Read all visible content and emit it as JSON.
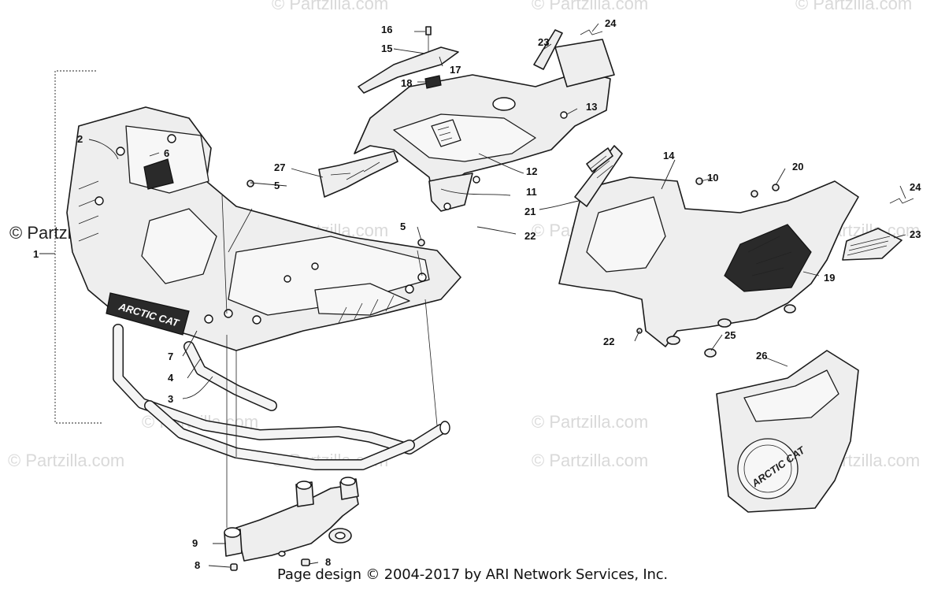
{
  "watermark": {
    "text": "© Partzilla.com",
    "side_text": "© Partzilla.com"
  },
  "logos": {
    "rack_logo": "ARCTIC CAT",
    "panel_logo": "ARCTIC CAT"
  },
  "callouts": [
    "1",
    "2",
    "3",
    "4",
    "5",
    "5",
    "6",
    "7",
    "8",
    "8",
    "9",
    "10",
    "11",
    "12",
    "13",
    "14",
    "15",
    "16",
    "17",
    "18",
    "19",
    "20",
    "21",
    "22",
    "22",
    "23",
    "23",
    "24",
    "24",
    "25",
    "26",
    "27"
  ],
  "footer": "Page design © 2004-2017 by ARI Network Services, Inc."
}
